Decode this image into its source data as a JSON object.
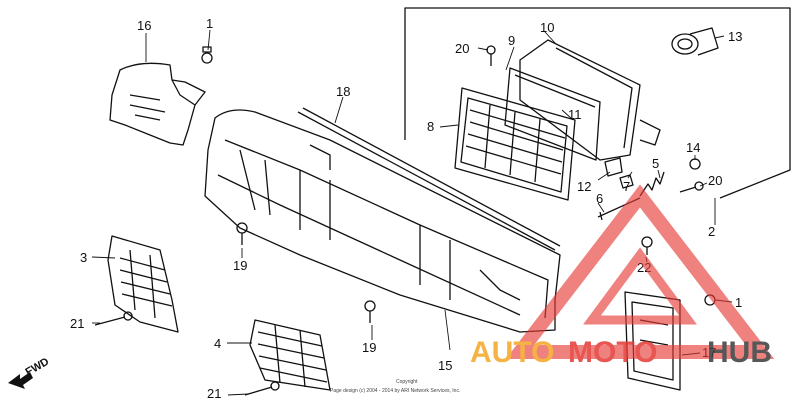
{
  "parts": [
    {
      "id": "p1a",
      "label": "1"
    },
    {
      "id": "p16",
      "label": "16"
    },
    {
      "id": "p18",
      "label": "18"
    },
    {
      "id": "p20a",
      "label": "20"
    },
    {
      "id": "p9",
      "label": "9"
    },
    {
      "id": "p10",
      "label": "10"
    },
    {
      "id": "p13",
      "label": "13"
    },
    {
      "id": "p8",
      "label": "8"
    },
    {
      "id": "p11",
      "label": "11"
    },
    {
      "id": "p14",
      "label": "14"
    },
    {
      "id": "p12",
      "label": "12"
    },
    {
      "id": "p7",
      "label": "7"
    },
    {
      "id": "p5",
      "label": "5"
    },
    {
      "id": "p6",
      "label": "6"
    },
    {
      "id": "p20b",
      "label": "20"
    },
    {
      "id": "p2",
      "label": "2"
    },
    {
      "id": "p22",
      "label": "22"
    },
    {
      "id": "p3",
      "label": "3"
    },
    {
      "id": "p19a",
      "label": "19"
    },
    {
      "id": "p1b",
      "label": "1"
    },
    {
      "id": "p21a",
      "label": "21"
    },
    {
      "id": "p4",
      "label": "4"
    },
    {
      "id": "p19b",
      "label": "19"
    },
    {
      "id": "p15",
      "label": "15"
    },
    {
      "id": "p17",
      "label": "17"
    },
    {
      "id": "p21b",
      "label": "21"
    }
  ],
  "direction_label": "FWD",
  "copyright": {
    "line1": "Copyright",
    "line2": "Page design (c) 2004 - 2014 by ARI Network Services, Inc."
  },
  "watermark": {
    "part1": "AUTO",
    "part2": "MOTO",
    "part3": "HUB",
    "color_orange": "#f5a623",
    "color_red": "#e53935",
    "color_dark": "#3a3a3a"
  }
}
